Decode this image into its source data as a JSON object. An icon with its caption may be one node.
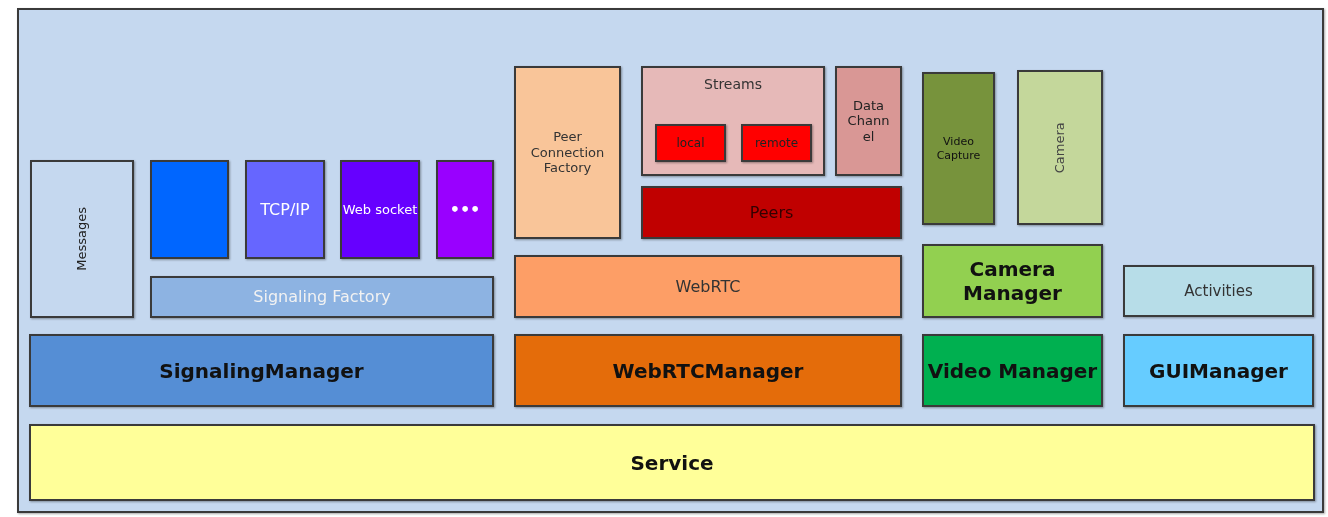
{
  "diagram": {
    "nodes": [
      {
        "text": [],
        "shape": "box"
      },
      {
        "text": [
          "Messages"
        ],
        "in": 0
      },
      {
        "text": [],
        "shape": "box",
        "in": 0
      },
      {
        "text": [
          "TCP/IP"
        ],
        "in": 0
      },
      {
        "text": [
          "Web socket"
        ],
        "in": 0
      },
      {
        "text": [
          "•••"
        ],
        "in": 0
      },
      {
        "text": [
          "Peer Connection Factory"
        ],
        "in": 0
      },
      {
        "text": [
          "Streams"
        ],
        "in": 0
      },
      {
        "text": [
          "local"
        ],
        "in": 7
      },
      {
        "text": [
          "remote"
        ],
        "in": 7
      },
      {
        "text": [
          "Data Channel"
        ],
        "in": 0
      },
      {
        "text": [
          "Video Capture"
        ],
        "in": 0
      },
      {
        "text": [
          "Camera"
        ],
        "in": 0
      },
      {
        "text": [
          "Peers"
        ],
        "in": 0
      },
      {
        "text": [
          "Signaling Factory"
        ],
        "in": 0
      },
      {
        "text": [
          "WebRTC"
        ],
        "in": 0
      },
      {
        "text": [
          "Camera Manager"
        ],
        "in": 0
      },
      {
        "text": [
          "Activities"
        ],
        "in": 0
      },
      {
        "text": [
          "SignalingManager"
        ],
        "in": 0
      },
      {
        "text": [
          "WebRTCManager"
        ],
        "in": 0
      },
      {
        "text": [
          "Video Manager"
        ],
        "in": 0
      },
      {
        "text": [
          "GUIManager"
        ],
        "in": 0
      },
      {
        "text": [
          "Service"
        ],
        "in": 0
      }
    ]
  }
}
